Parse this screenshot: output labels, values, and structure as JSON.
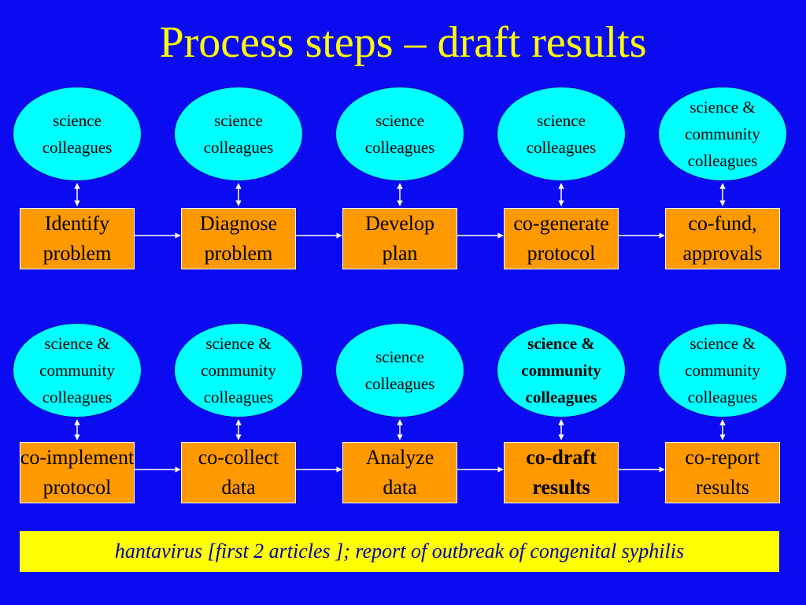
{
  "title": "Process steps – draft results",
  "colors": {
    "background": "#0B0BF2",
    "title": "#FFFF00",
    "ellipse_fill": "#00FFFF",
    "box_fill": "#FF9900",
    "connector": "#FFFFFF",
    "footer_bg": "#FFFF00",
    "footer_text": "#0000AA"
  },
  "rows": [
    {
      "steps": [
        {
          "ellipse": [
            "science",
            "colleagues"
          ],
          "box": [
            "Identify",
            "problem"
          ],
          "bold": false
        },
        {
          "ellipse": [
            "science",
            "colleagues"
          ],
          "box": [
            "Diagnose",
            "problem"
          ],
          "bold": false
        },
        {
          "ellipse": [
            "science",
            "colleagues"
          ],
          "box": [
            "Develop",
            "plan"
          ],
          "bold": false
        },
        {
          "ellipse": [
            "science",
            "colleagues"
          ],
          "box": [
            "co-generate",
            "protocol"
          ],
          "bold": false
        },
        {
          "ellipse": [
            "science &",
            "community",
            "colleagues"
          ],
          "box": [
            "co-fund,",
            "approvals"
          ],
          "bold": false
        }
      ]
    },
    {
      "steps": [
        {
          "ellipse": [
            "science &",
            "community",
            "colleagues"
          ],
          "box": [
            "co-implement",
            "protocol"
          ],
          "bold": false
        },
        {
          "ellipse": [
            "science &",
            "community",
            "colleagues"
          ],
          "box": [
            "co-collect",
            "data"
          ],
          "bold": false
        },
        {
          "ellipse": [
            "science",
            "colleagues"
          ],
          "box": [
            "Analyze",
            "data"
          ],
          "bold": false
        },
        {
          "ellipse": [
            "science &",
            "community",
            "colleagues"
          ],
          "box": [
            "co-draft",
            "results"
          ],
          "bold": true
        },
        {
          "ellipse": [
            "science &",
            "community",
            "colleagues"
          ],
          "box": [
            "co-report",
            "results"
          ],
          "bold": false
        }
      ]
    }
  ],
  "footer": "hantavirus [first 2 articles ]; report of outbreak of congenital syphilis"
}
